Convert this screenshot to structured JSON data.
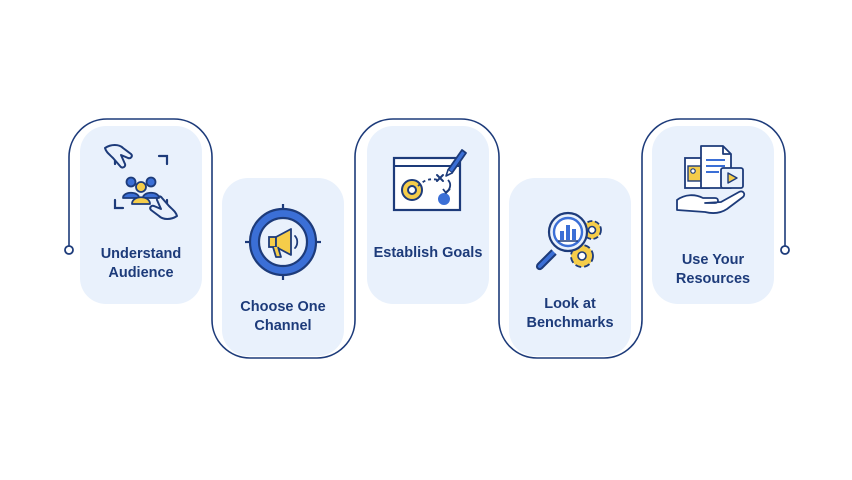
{
  "colors": {
    "navy": "#1d3b7a",
    "card_bg": "#e9f1fc",
    "accent_blue": "#3b6fd6",
    "accent_yellow": "#f5cd4a"
  },
  "steps": [
    {
      "label": "Understand Audience",
      "icon": "audience-frame-icon"
    },
    {
      "label": "Choose One Channel",
      "icon": "megaphone-target-icon"
    },
    {
      "label": "Establish Goals",
      "icon": "strategy-board-icon"
    },
    {
      "label": "Look at Benchmarks",
      "icon": "magnifier-gears-icon"
    },
    {
      "label": "Use Your Resources",
      "icon": "hand-documents-icon"
    }
  ]
}
